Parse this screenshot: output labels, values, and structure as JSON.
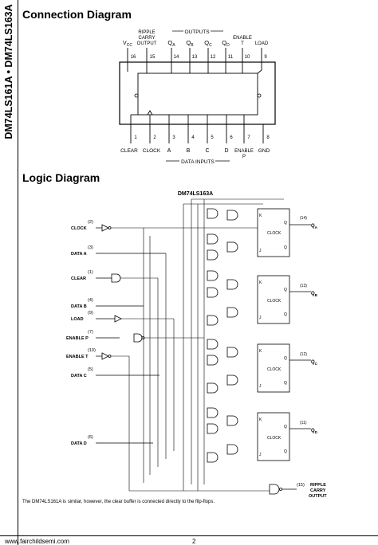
{
  "side_title": "DM74LS161A • DM74LS163A",
  "connection_section": {
    "title": "Connection Diagram",
    "top_group_label": "OUTPUTS",
    "bottom_group_label": "DATA INPUTS",
    "top_pins": [
      {
        "number": "16",
        "name": "V",
        "sub": "CC"
      },
      {
        "number": "15",
        "name": "RIPPLE CARRY OUTPUT",
        "sub": ""
      },
      {
        "number": "14",
        "name": "Q",
        "sub": "A"
      },
      {
        "number": "13",
        "name": "Q",
        "sub": "B"
      },
      {
        "number": "12",
        "name": "Q",
        "sub": "C"
      },
      {
        "number": "11",
        "name": "Q",
        "sub": "D"
      },
      {
        "number": "10",
        "name": "ENABLE T",
        "sub": ""
      },
      {
        "number": "9",
        "name": "LOAD",
        "sub": ""
      }
    ],
    "bottom_pins": [
      {
        "number": "1",
        "name": "CLEAR"
      },
      {
        "number": "2",
        "name": "CLOCK"
      },
      {
        "number": "3",
        "name": "A"
      },
      {
        "number": "4",
        "name": "B"
      },
      {
        "number": "5",
        "name": "C"
      },
      {
        "number": "6",
        "name": "D"
      },
      {
        "number": "7",
        "name": "ENABLE P"
      },
      {
        "number": "8",
        "name": "GND"
      }
    ]
  },
  "logic_section": {
    "title": "Logic Diagram",
    "chip_label": "DM74LS163A",
    "inputs": [
      {
        "pin": "(2)",
        "name": "CLOCK"
      },
      {
        "pin": "(3)",
        "name": "DATA A"
      },
      {
        "pin": "(1)",
        "name": "CLEAR"
      },
      {
        "pin": "(4)",
        "name": "DATA B"
      },
      {
        "pin": "(9)",
        "name": "LOAD"
      },
      {
        "pin": "(7)",
        "name": "ENABLE P"
      },
      {
        "pin": "(10)",
        "name": "ENABLE T"
      },
      {
        "pin": "(5)",
        "name": "DATA C"
      },
      {
        "pin": "(6)",
        "name": "DATA D"
      }
    ],
    "outputs": [
      {
        "pin": "(14)",
        "name": "Q",
        "sub": "A"
      },
      {
        "pin": "(13)",
        "name": "Q",
        "sub": "B"
      },
      {
        "pin": "(12)",
        "name": "Q",
        "sub": "C"
      },
      {
        "pin": "(11)",
        "name": "Q",
        "sub": "D"
      }
    ],
    "flipflop_labels": {
      "k": "K",
      "j": "J",
      "q": "Q",
      "qbar": "Q",
      "clock": "CLOCK"
    },
    "ripple": {
      "pin": "(15)",
      "name": "RIPPLE",
      "line2": "CARRY",
      "line3": "OUTPUT"
    },
    "note": "The DM74LS161A is similar, however, the clear buffer is connected directly to the flip-flops."
  },
  "footer": {
    "url": "www.fairchildsemi.com",
    "page": "2"
  }
}
